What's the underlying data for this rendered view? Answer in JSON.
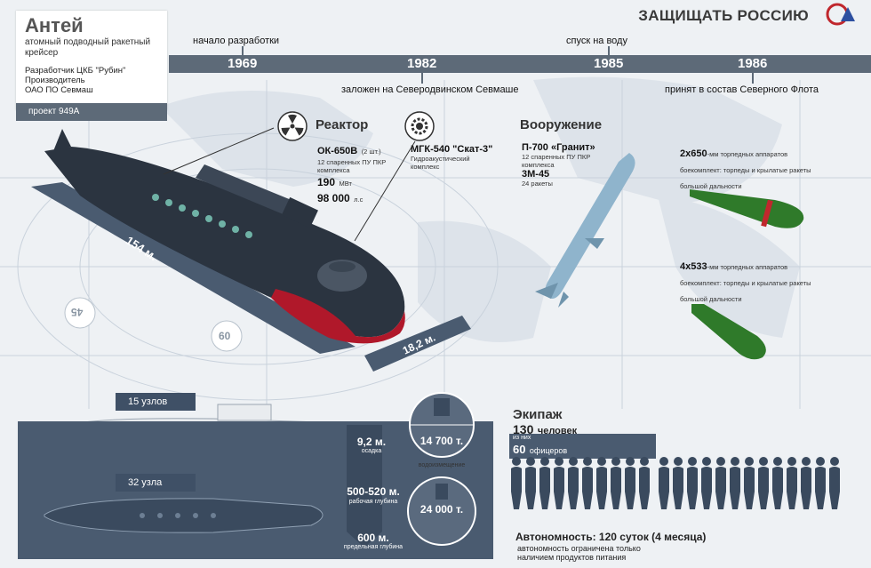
{
  "header": {
    "title": "Антей",
    "subtitle": "атомный подводный ракетный крейсер",
    "developer_label": "Разработчик",
    "developer": "ЦКБ \"Рубин\"",
    "manufacturer_label": "Производитель",
    "manufacturer": "ОАО ПО Севмаш",
    "project": "проект 949А",
    "brand": "ЗАЩИЩАТЬ РОССИЮ"
  },
  "timeline": [
    {
      "year": "1969",
      "event": "начало разработки",
      "position": "top"
    },
    {
      "year": "1982",
      "event": "заложен на Северодвинском Севмаше",
      "position": "bottom"
    },
    {
      "year": "1985",
      "event": "спуск на воду",
      "position": "top"
    },
    {
      "year": "1986",
      "event": "принят в состав Северного Флота",
      "position": "bottom"
    }
  ],
  "dimensions": {
    "length": "154 м.",
    "beam": "18,2 м."
  },
  "compass": {
    "a": "45",
    "b": "60"
  },
  "reactor": {
    "title": "Реактор",
    "name": "ОК-650В",
    "qty": "(2 шт.)",
    "note": "12 спаренных ПУ ПКР комплекса",
    "power": "190",
    "power_unit": "МВт",
    "hp": "98 000",
    "hp_unit": "л.с"
  },
  "sonar": {
    "name": "МГК-540 \"Скат-3\"",
    "desc": "Гидроакустический комплекс"
  },
  "weapons": {
    "title": "Вооружение",
    "missile_name": "П-700 «Гранит»",
    "missile_note": "12 спаренных ПУ ПКР комплекса",
    "missile_name2": "3М-45",
    "missile_count": "24 ракеты",
    "torpedo1_head": "2х650",
    "torpedo1_text": "-мм торпедных аппаратов боекомплект: торпеды и крылатые ракеты большой дальности",
    "torpedo2_head": "4х533",
    "torpedo2_text": "-мм торпедных аппаратов боекомплект: торпеды и крылатые ракеты большой дальности"
  },
  "speeds": {
    "surface": "15 узлов",
    "submerged": "32 узла"
  },
  "draft": {
    "value": "9,2 м.",
    "label": "осадка"
  },
  "displacement": {
    "surface": "14 700 т.",
    "label": "водоизмещение",
    "submerged": "24 000 т."
  },
  "depth": {
    "working": "500-520 м.",
    "working_label": "рабочая глубина",
    "max": "600 м.",
    "max_label": "предельная глубина"
  },
  "crew": {
    "title": "Экипаж",
    "count": "130",
    "count_unit": "человек",
    "of_them": "из них",
    "officers": "60",
    "officers_unit": "офицеров"
  },
  "autonomy": {
    "label": "Автономность:",
    "value": "120 суток (4 месяца)",
    "note1": "автономность ограничена только",
    "note2": "наличием продуктов питания"
  },
  "colors": {
    "hull": "#2b3440",
    "hull_red": "#b0182a",
    "panel": "#4a5b70",
    "timeline": "#5d6a78",
    "torpedo": "#2f7a2a",
    "missile": "#8fb4cc"
  }
}
